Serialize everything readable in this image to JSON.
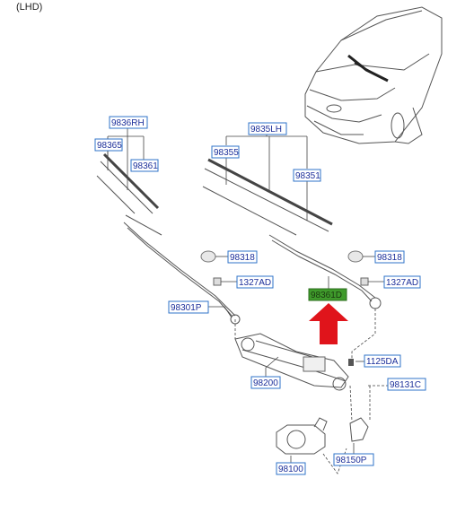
{
  "note": "(LHD)",
  "labels": {
    "p9836rh": "9836RH",
    "p98365": "98365",
    "p98361": "98361",
    "p9835lh": "9835LH",
    "p98355": "98355",
    "p98351": "98351",
    "p98318a": "98318",
    "p1327ada": "1327AD",
    "p98318b": "98318",
    "p1327adb": "1327AD",
    "p98301p": "98301P",
    "p98361d": "98361D",
    "p1125da": "1125DA",
    "p98200": "98200",
    "p98131c": "98131C",
    "p98100": "98100",
    "p98150p": "98150P"
  },
  "colors": {
    "label_text": "#1c2f9a",
    "label_border": "#2f73c8",
    "highlight": "#3f9a2b",
    "arrow": "#e0141b"
  }
}
